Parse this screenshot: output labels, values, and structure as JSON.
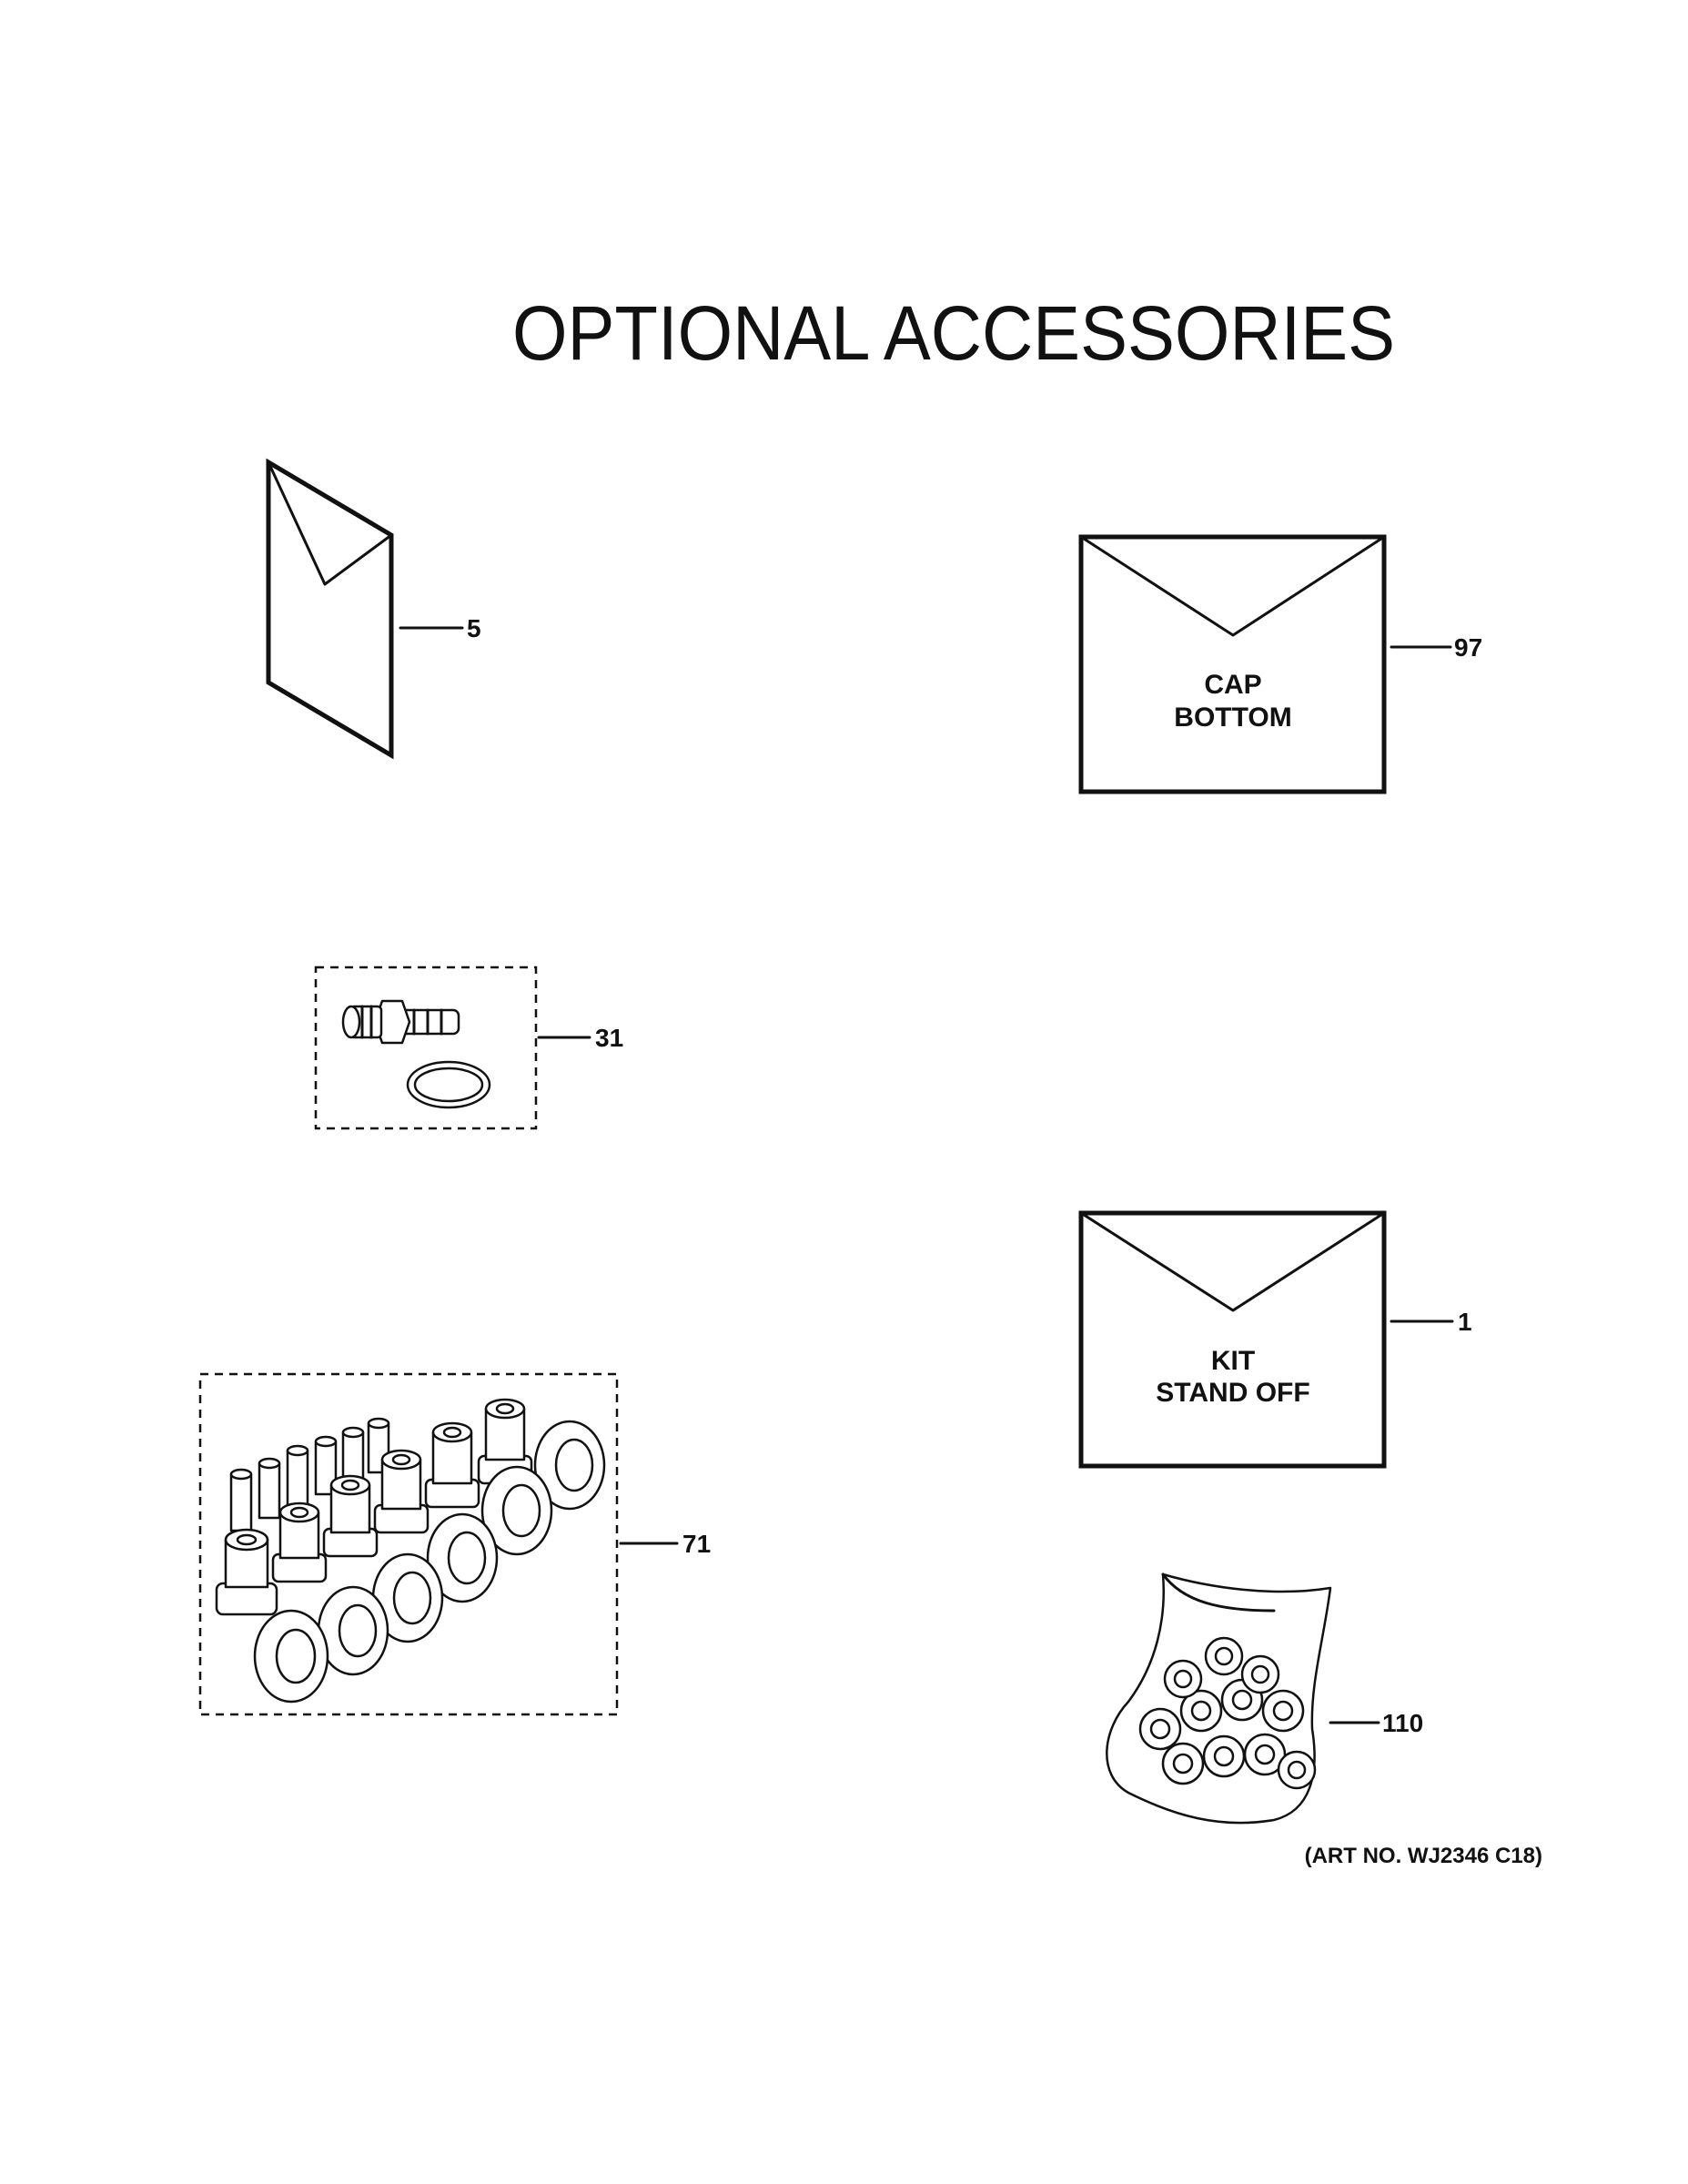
{
  "title": "OPTIONAL ACCESSORIES",
  "callouts": {
    "item_5": "5",
    "item_97": "97",
    "item_31": "31",
    "item_1": "1",
    "item_71": "71",
    "item_110": "110"
  },
  "labels": {
    "envelope_97_line1": "CAP",
    "envelope_97_line2": "BOTTOM",
    "envelope_1_line1": "KIT",
    "envelope_1_line2": "STAND OFF"
  },
  "art_number": "(ART NO. WJ2346 C18)"
}
